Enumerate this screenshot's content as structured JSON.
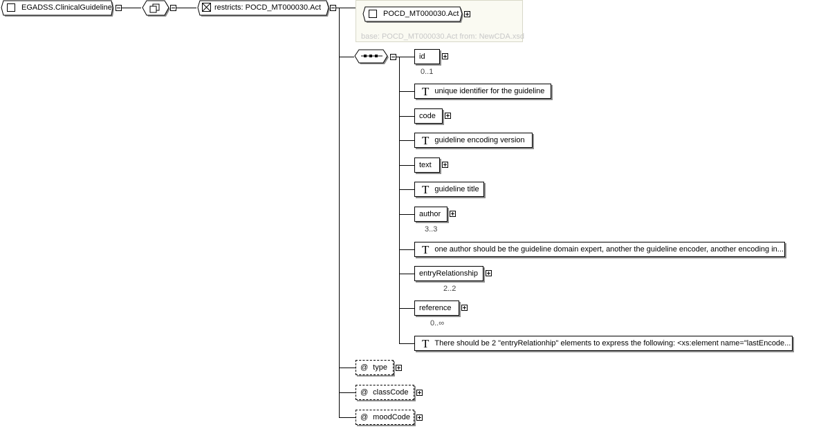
{
  "root": {
    "label": "EGADSS.ClinicalGuideline"
  },
  "restriction": {
    "label": "restricts: POCD_MT000030.Act"
  },
  "base_type": {
    "label": "POCD_MT000030.Act",
    "base_text": "base: POCD_MT000030.Act from: NewCDA.xsd"
  },
  "sequence": {
    "items": [
      {
        "kind": "element",
        "label": "id",
        "multiplicity": "0..1"
      },
      {
        "kind": "doc",
        "label": "unique identifier for the guideline"
      },
      {
        "kind": "element",
        "label": "code"
      },
      {
        "kind": "doc",
        "label": "guideline encoding version"
      },
      {
        "kind": "element",
        "label": "text"
      },
      {
        "kind": "doc",
        "label": "guideline title"
      },
      {
        "kind": "element",
        "label": "author",
        "multiplicity": "3..3"
      },
      {
        "kind": "doc",
        "label": "one author should be the guideline domain expert, another the guideline encoder, another encoding in..."
      },
      {
        "kind": "element",
        "label": "entryRelationship",
        "multiplicity": "2..2"
      },
      {
        "kind": "element",
        "label": "reference",
        "multiplicity": "0..∞"
      },
      {
        "kind": "doc",
        "label": "There should be 2 \"entryRelationhip\" elements to express the following: <xs:element name=\"lastEncode..."
      }
    ]
  },
  "attributes": [
    {
      "symbol": "@",
      "label": "type"
    },
    {
      "symbol": "@",
      "label": "classCode"
    },
    {
      "symbol": "@",
      "label": "moodCode"
    }
  ]
}
